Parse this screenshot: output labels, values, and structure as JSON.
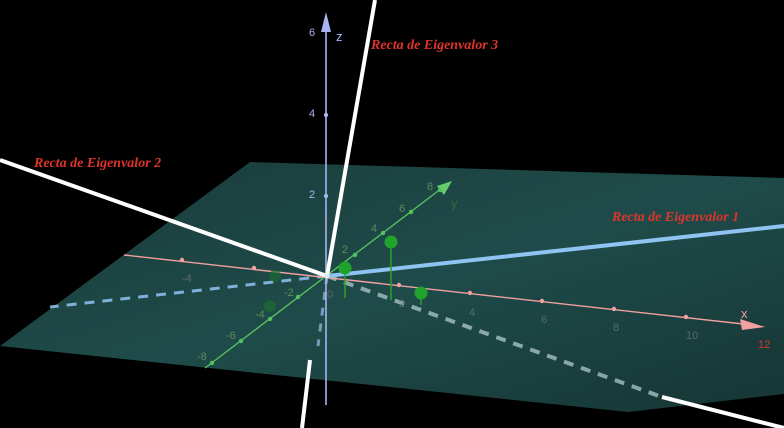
{
  "labels": {
    "eig1": "Recta de Eigenvalor 1",
    "eig2": "Recta de Eigenvalor 2",
    "eig3": "Recta de Eigenvalor 3"
  },
  "axes": {
    "x": {
      "name": "x",
      "ticks": [
        "-4",
        "0",
        "2",
        "4",
        "6",
        "8",
        "10",
        "12"
      ]
    },
    "y": {
      "name": "y",
      "ticks": [
        "-8",
        "-6",
        "-4",
        "-2",
        "2",
        "4",
        "6",
        "8"
      ]
    },
    "z": {
      "name": "z",
      "ticks": [
        "2",
        "4",
        "6"
      ]
    }
  },
  "colors": {
    "background": "#000000",
    "plane": "#1f4a48",
    "x_axis": "#f2a0a0",
    "y_axis": "#55c060",
    "z_axis": "#a8b4f0",
    "eig1_line": "#8fc3f2",
    "eig2_line": "#ffffff",
    "eig3_line": "#ffffff",
    "label": "#e0332b",
    "points": "#22a52a"
  }
}
